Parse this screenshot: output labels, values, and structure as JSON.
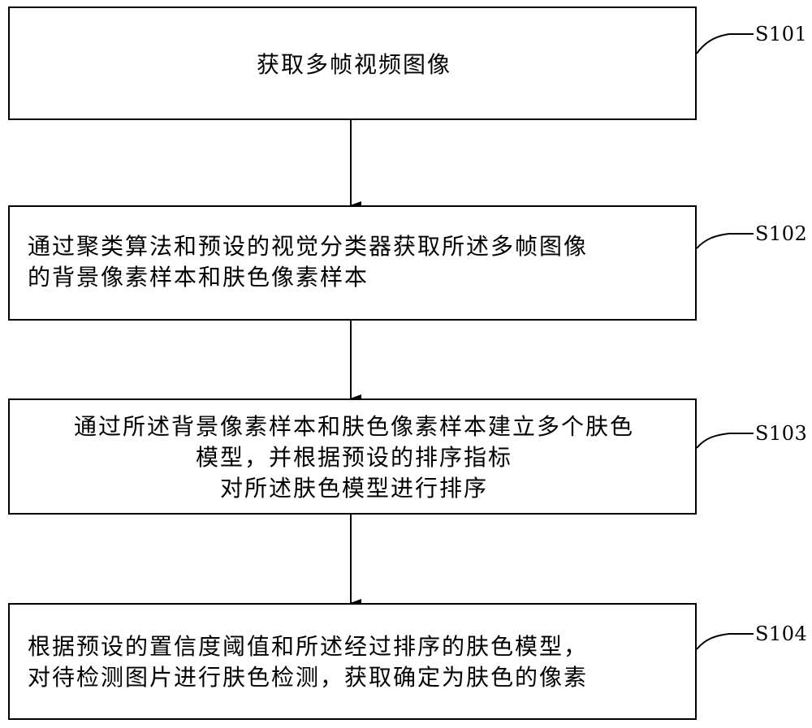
{
  "flowchart": {
    "steps": [
      {
        "id": "S101",
        "label": "S101",
        "lines": [
          "获取多帧视频图像"
        ]
      },
      {
        "id": "S102",
        "label": "S102",
        "lines": [
          "通过聚类算法和预设的视觉分类器获取所述多帧图像",
          "的背景像素样本和肤色像素样本"
        ]
      },
      {
        "id": "S103",
        "label": "S103",
        "lines": [
          "通过所述背景像素样本和肤色像素样本建立多个肤色",
          "模型，并根据预设的排序指标",
          "对所述肤色模型进行排序"
        ]
      },
      {
        "id": "S104",
        "label": "S104",
        "lines": [
          "根据预设的置信度阈值和所述经过排序的肤色模型，",
          "对待检测图片进行肤色检测，获取确定为肤色的像素"
        ]
      }
    ],
    "colors": {
      "stroke": "#000000",
      "background": "#ffffff"
    }
  }
}
